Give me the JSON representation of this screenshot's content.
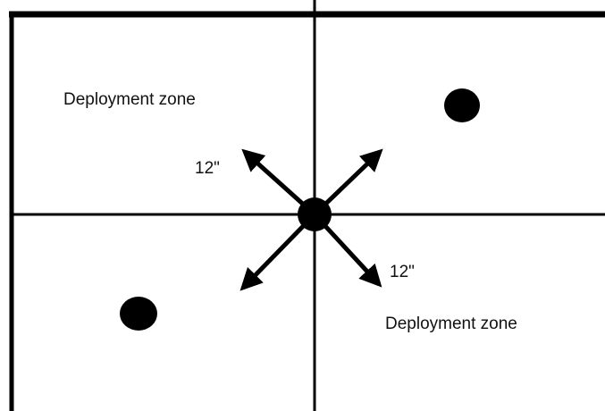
{
  "labels": {
    "zone_top_left": "Deployment zone",
    "zone_bottom_right": "Deployment zone",
    "distance_upper": "12\"",
    "distance_lower": "12\""
  },
  "markers": {
    "center": "center-objective",
    "quadrant_top_right": "objective-marker",
    "quadrant_bottom_left": "objective-marker"
  },
  "colors": {
    "ink": "#000000",
    "background": "#ffffff"
  }
}
